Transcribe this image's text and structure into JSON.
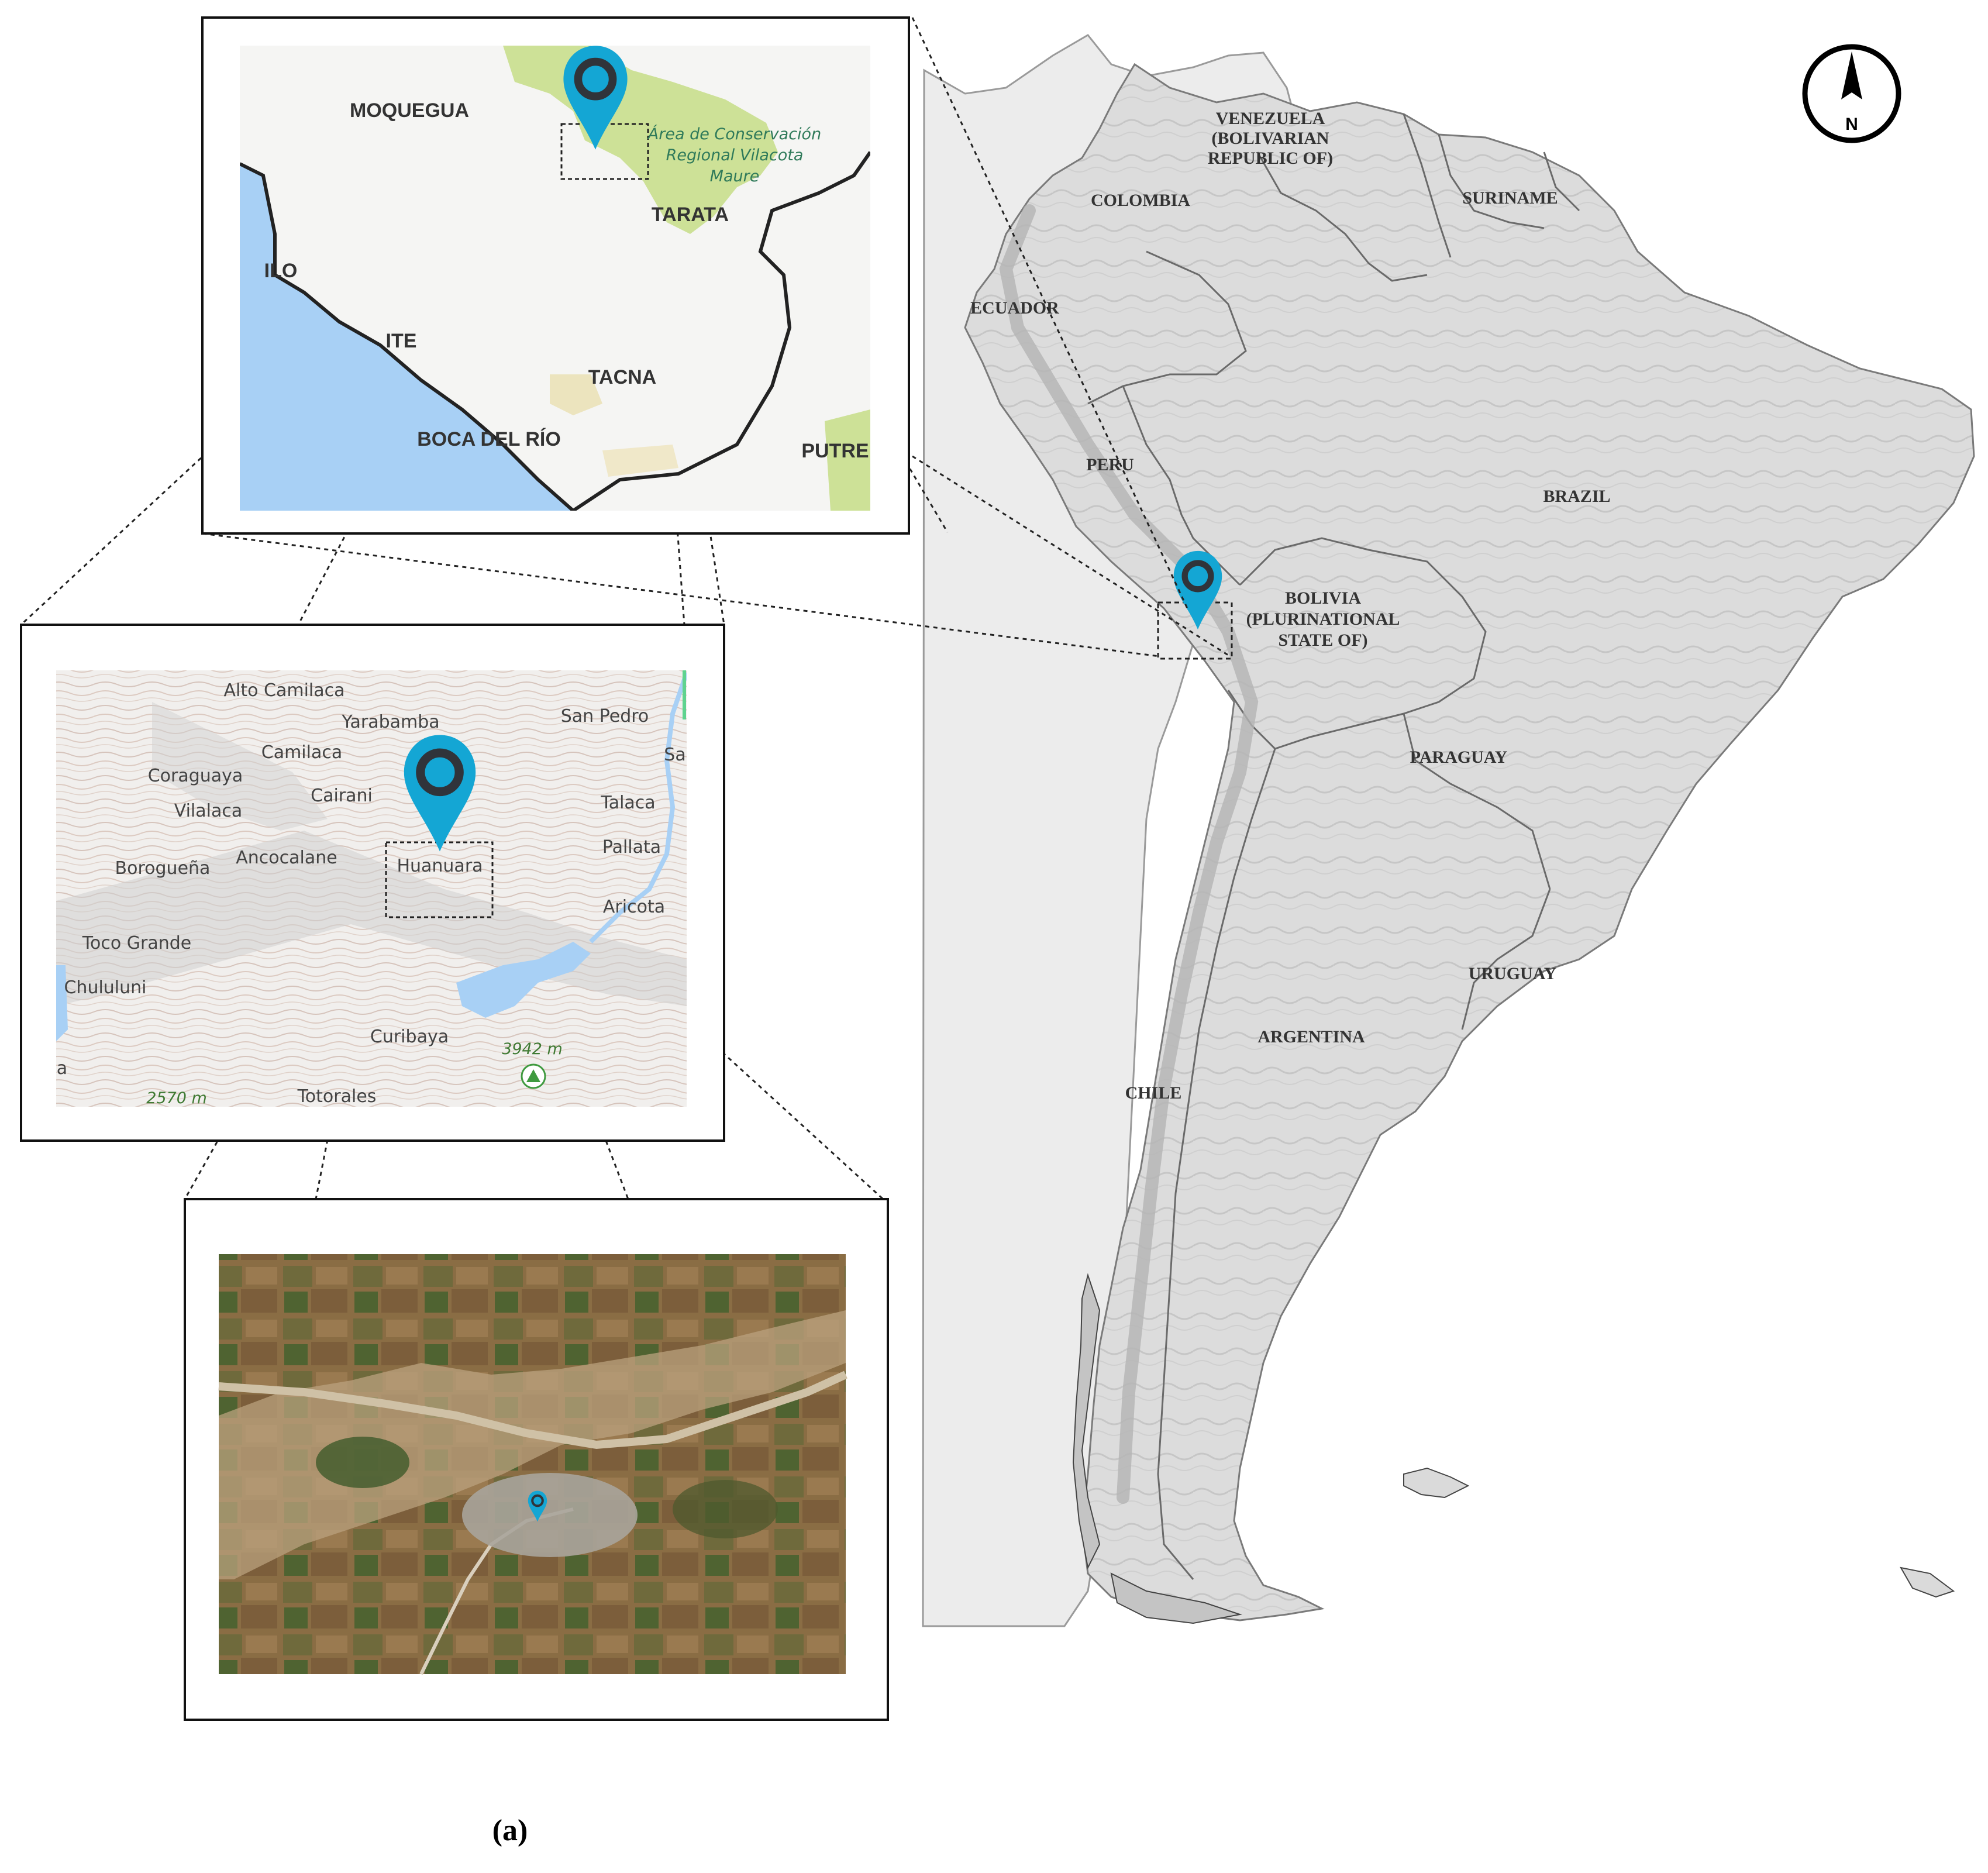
{
  "countries": {
    "venezuela_1": "VENEZUELA",
    "venezuela_2": "(BOLIVARIAN",
    "venezuela_3": "REPUBLIC OF)",
    "colombia": "COLOMBIA",
    "suriname": "SURINAME",
    "ecuador": "ECUADOR",
    "peru": "PERU",
    "brazil": "BRAZIL",
    "bolivia_1": "BOLIVIA",
    "bolivia_2": "(PLURINATIONAL",
    "bolivia_3": "STATE OF)",
    "paraguay": "PARAGUAY",
    "uruguay": "URUGUAY",
    "argentina": "ARGENTINA",
    "chile": "CHILE"
  },
  "compass": {
    "letter": "N"
  },
  "inset_regional": {
    "moquegua": "MOQUEGUA",
    "park_1": "Área de Conservación",
    "park_2": "Regional Vilacota",
    "park_3": "Maure",
    "tarata": "TARATA",
    "ilo": "ILO",
    "ite": "ITE",
    "tacna": "TACNA",
    "boca_del_rio": "BOCA DEL RÍO",
    "putre": "PUTRE"
  },
  "inset_local": {
    "alto_camilaca": "Alto Camilaca",
    "yarabamba": "Yarabamba",
    "san_pedro": "San Pedro",
    "sa": "Sa",
    "camilaca": "Camilaca",
    "coraguaya": "Coraguaya",
    "cairani": "Cairani",
    "talaca": "Talaca",
    "vilalaca": "Vilalaca",
    "pallata": "Pallata",
    "ancocalane": "Ancocalane",
    "huanuara": "Huanuara",
    "boroguena": "Borogueña",
    "aricota": "Aricota",
    "toco_grande": "Toco Grande",
    "chululuni": "Chululuni",
    "curibaya": "Curibaya",
    "elev_3942": "3942 m",
    "a": "a",
    "elev_2570": "2570 m",
    "totorales": "Totorales"
  },
  "caption": "(a)",
  "colors": {
    "marker": "#14a6d4",
    "marker_ring": "#30343a",
    "sea": "#a8d0f5",
    "land_continent": "#dadada",
    "land_outside": "#ececec",
    "park_green": "#c5dd86",
    "satellite_base": "#8a6d44"
  },
  "icons": [
    "location-pin-icon",
    "north-arrow-icon",
    "park-icon"
  ]
}
